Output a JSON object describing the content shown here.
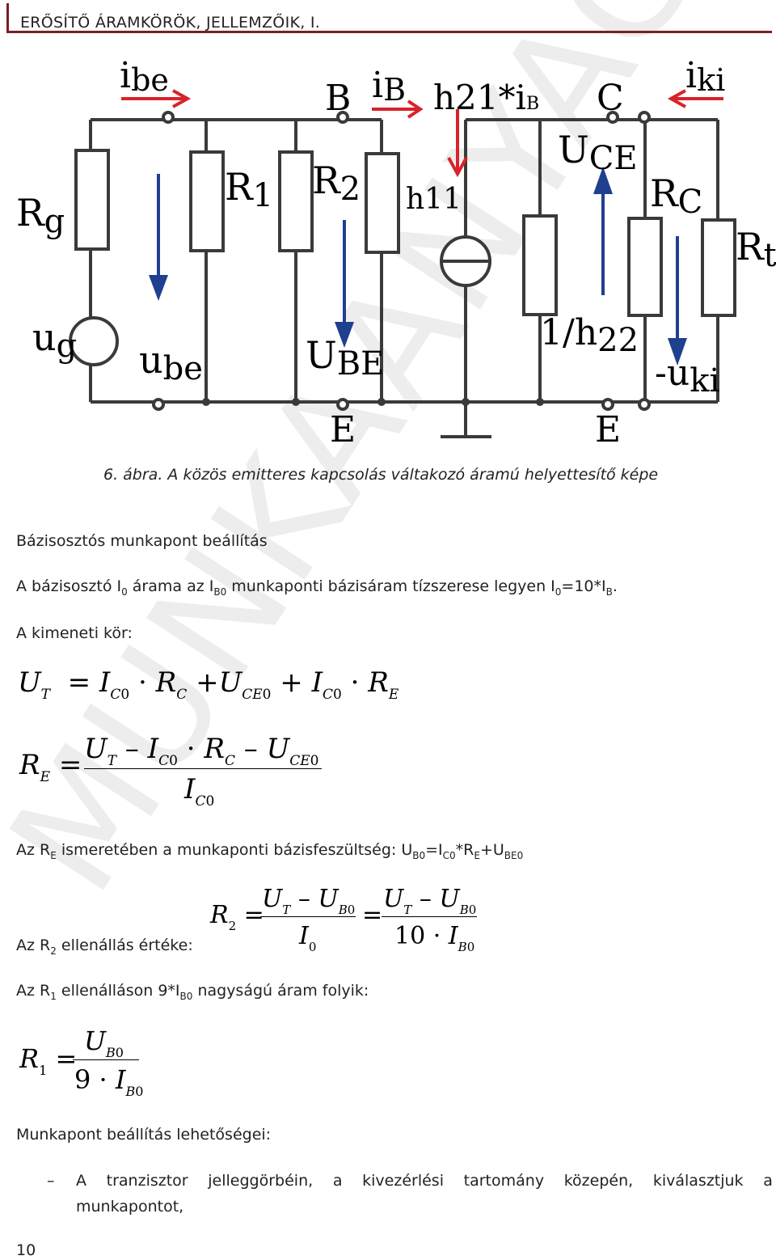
{
  "header": {
    "title": "ERŐSÍTŐ ÁRAMKÖRÖK, JELLEMZŐIK, I."
  },
  "diagram": {
    "labels": {
      "ibe": "i",
      "ibe_sub": "be",
      "B": "B",
      "iB": "i",
      "iB_sub": "B",
      "h21": "h21*i",
      "h21_sub": "B",
      "C": "C",
      "iki": "i",
      "iki_sub": "ki",
      "Rg": "R",
      "Rg_sub": "g",
      "R1": "R",
      "R1_sub": "1",
      "R2": "R",
      "R2_sub": "2",
      "h11": "h11",
      "UCE": "U",
      "UCE_sub": "CE",
      "RC": "R",
      "RC_sub": "C",
      "Rt": "R",
      "Rt_sub": "t",
      "ug": "u",
      "ug_sub": "g",
      "ube": "u",
      "ube_sub": "be",
      "UBE": "U",
      "UBE_sub": "BE",
      "h22": "1/h",
      "h22_sub": "22",
      "uki": "-u",
      "uki_sub": "ki",
      "E1": "E",
      "E2": "E"
    },
    "colors": {
      "wire": "#3a3a3a",
      "red_arrow": "#d8232a",
      "blue_arrow": "#1f3f8f"
    }
  },
  "caption": "6. ábra. A közös emitteres kapcsolás váltakozó áramú helyettesítő képe",
  "section_title": "Bázisosztós munkapont beállítás",
  "line1": {
    "a": "A bázisosztó I",
    "s1": "0",
    "b": " árama az I",
    "s2": "B0",
    "c": " munkaponti bázisáram tízszerese legyen I",
    "s3": "0",
    "d": "=10*I",
    "s4": "B",
    "e": "."
  },
  "output_circuit": "A kimeneti kör:",
  "re_text": {
    "a": "Az R",
    "s1": "E",
    "b": " ismeretében a munkaponti bázisfeszültség: U",
    "s2": "B0",
    "c": "=I",
    "s3": "C0",
    "d": "*R",
    "s4": "E",
    "e": "+U",
    "s5": "BE0"
  },
  "r2_text": {
    "a": "Az R",
    "s1": "2",
    "b": " ellenállás értéke:"
  },
  "r1_text": {
    "a": "Az R",
    "s1": "1",
    "b": " ellenálláson 9*I",
    "s2": "B0",
    "c": " nagyságú áram folyik:"
  },
  "options_title": "Munkapont beállítás lehetőségei:",
  "bullet": {
    "dash": "–",
    "line1": [
      "A",
      "tranzisztor",
      "jelleggörbéin,",
      "a",
      "kivezérlési",
      "tartomány",
      "közepén,",
      "kiválasztjuk",
      "a"
    ],
    "line2": "munkapontot,"
  },
  "page_number": "10",
  "watermark": "MUNKAANYAG"
}
